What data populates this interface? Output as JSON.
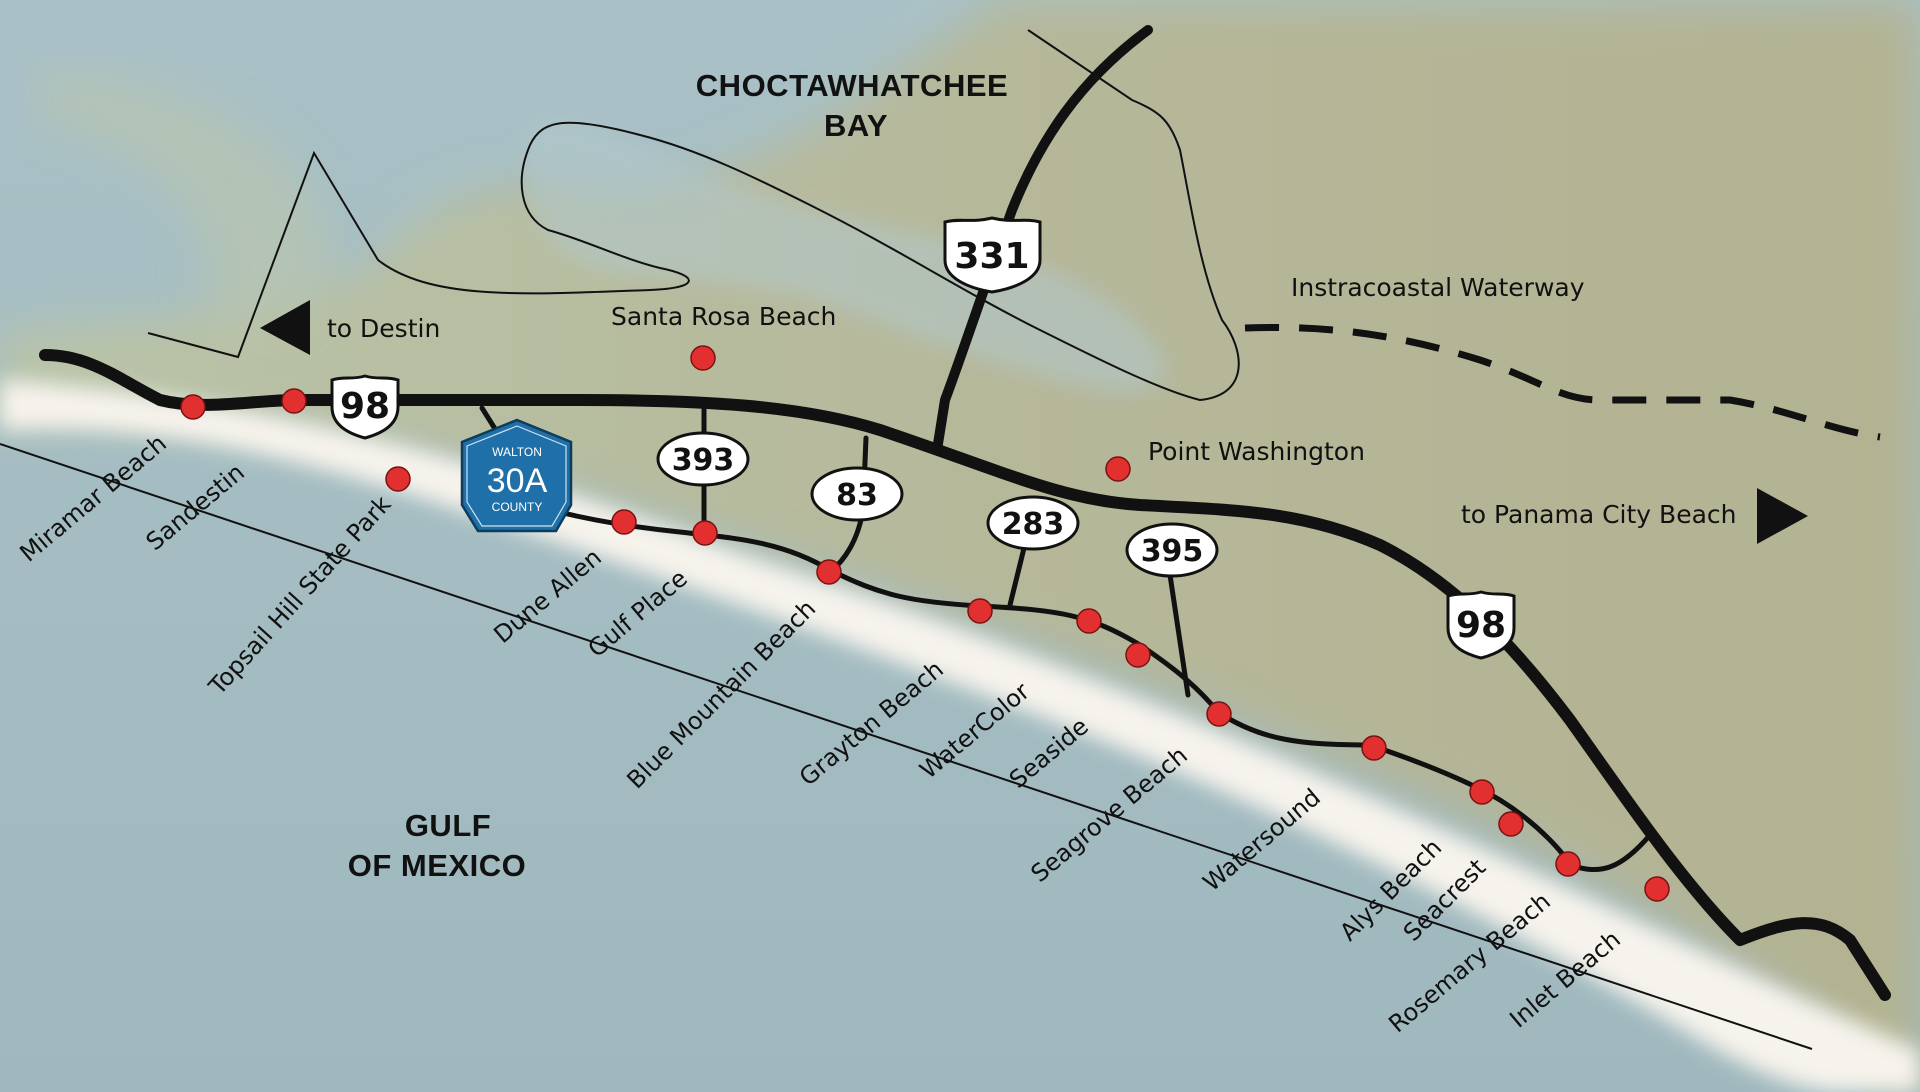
{
  "water_bodies": {
    "bay_line1": "CHOCTAWHATCHEE",
    "bay_line2": "BAY",
    "gulf_line1": "GULF",
    "gulf_line2": "OF MEXICO",
    "waterway": "Instracoastal Waterway"
  },
  "directions": {
    "west": "to Destin",
    "east": "to Panama City Beach"
  },
  "inland_places": {
    "santa_rosa": "Santa Rosa Beach",
    "point_washington": "Point Washington"
  },
  "route_markers": {
    "us98_west": "98",
    "us98_east": "98",
    "us331": "331",
    "r393": "393",
    "r83": "83",
    "r283": "283",
    "r395": "395"
  },
  "county_sign": {
    "line1": "WALTON",
    "line2": "30A",
    "line3": "COUNTY"
  },
  "beach_communities": [
    "Miramar Beach",
    "Sandestin",
    "Topsail Hill State Park",
    "Dune Allen",
    "Gulf Place",
    "Blue Mountain Beach",
    "Grayton Beach",
    "WaterColor",
    "Seaside",
    "Seagrove Beach",
    "Watersound",
    "Alys Beach",
    "Seacrest",
    "Rosemary Beach",
    "Inlet Beach"
  ],
  "colors": {
    "road": "#111111",
    "town_dot": "#e23030",
    "county_shield": "#1f6fa8",
    "water": "#a6bec2",
    "land": "#b8b89c",
    "beach_sand": "#f4f1e8"
  }
}
